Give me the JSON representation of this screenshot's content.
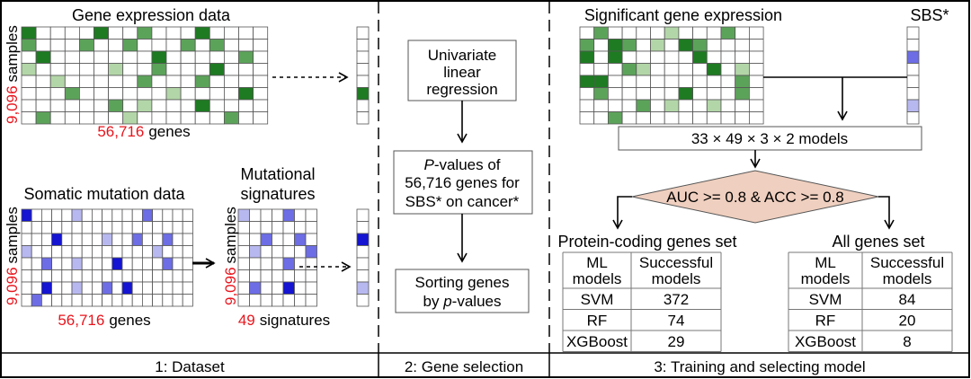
{
  "panel1": {
    "gene_title": "Gene expression data",
    "gene_samples_num": "9,096",
    "gene_samples_word": "samples",
    "gene_genes_num": "56,716",
    "gene_genes_word": "genes",
    "mut_title": "Somatic mutation data",
    "mut_samples_num": "9,096",
    "mut_samples_word": "samples",
    "mut_genes_num": "56,716",
    "mut_genes_word": "genes",
    "sig_title_1": "Mutational",
    "sig_title_2": "signatures",
    "sig_samples_num": "9,096",
    "sig_samples_word": "samples",
    "sig_count_num": "49",
    "sig_count_word": "signatures",
    "footer": "1: Dataset"
  },
  "panel2": {
    "box1": [
      "Univariate",
      "linear",
      "regression"
    ],
    "box2_p": "P",
    "box2_line1_rest": "-values of",
    "box2_line2": "56,716 genes for",
    "box2_line3": "SBS* on cancer*",
    "box3_line1": "Sorting genes",
    "box3_line2_pre": "by ",
    "box3_line2_p": "p",
    "box3_line2_post": "-values",
    "footer": "2: Gene selection"
  },
  "panel3": {
    "sig_title": "Significant gene expression",
    "sbs_label": "SBS*",
    "models_box": "33 × 49 × 3 × 2 models",
    "criterion": "AUC >= 0.8 & ACC >= 0.8",
    "footer": "3: Training and selecting model",
    "tables": [
      {
        "title": "Protein-coding genes set",
        "headers": [
          [
            "ML",
            "models"
          ],
          [
            "Successful",
            "models"
          ]
        ],
        "rows": [
          [
            "SVM",
            "372"
          ],
          [
            "RF",
            "74"
          ],
          [
            "XGBoost",
            "29"
          ]
        ]
      },
      {
        "title": "All genes set",
        "headers": [
          [
            "ML",
            "models"
          ],
          [
            "Successful",
            "models"
          ]
        ],
        "rows": [
          [
            "SVM",
            "84"
          ],
          [
            "RF",
            "20"
          ],
          [
            "XGBoost",
            "8"
          ]
        ]
      }
    ]
  },
  "colors": {
    "green_dark": "#1e7b22",
    "green_mid": "#5ca35a",
    "green_light": "#b3d6a8",
    "blue_dark": "#1414d2",
    "blue_mid": "#6d6de6",
    "blue_light": "#b8b8f0",
    "red_text": "#e8141c",
    "diamond_fill": "#efcfbf"
  }
}
